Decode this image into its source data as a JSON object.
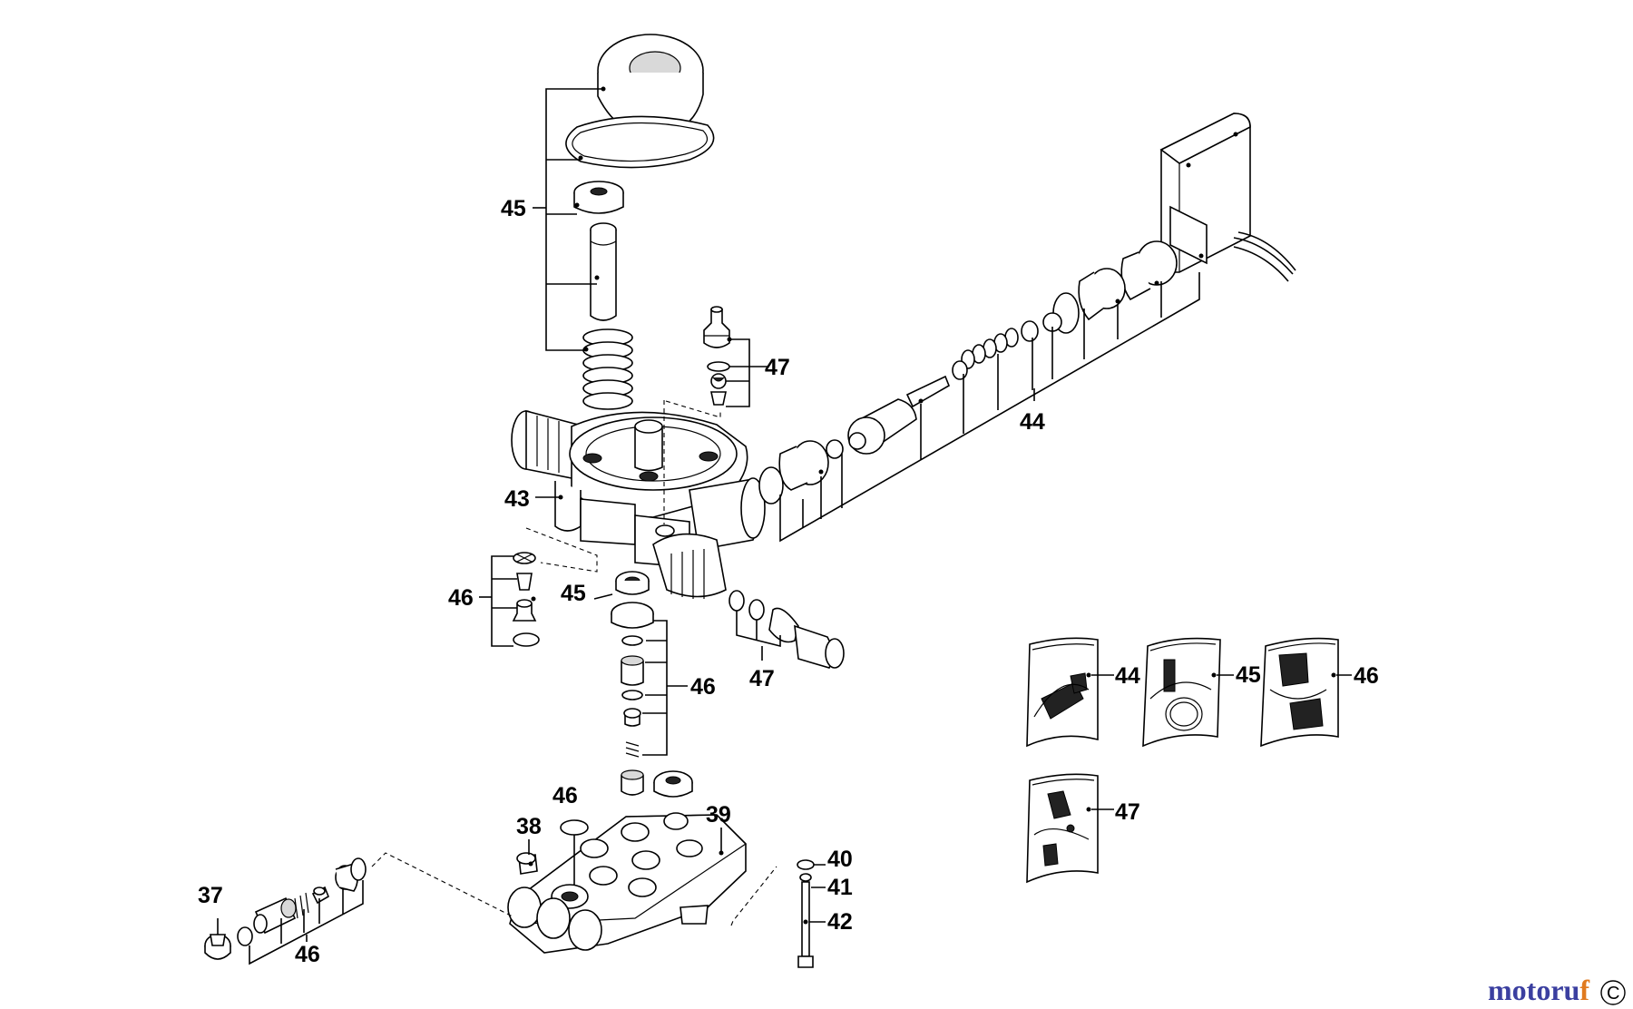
{
  "callouts": {
    "c37": "37",
    "c38": "38",
    "c39": "39",
    "c40": "40",
    "c41": "41",
    "c42": "42",
    "c43": "43",
    "c44_main": "44",
    "c45_top": "45",
    "c45_mid": "45",
    "c46_left": "46",
    "c46_mid": "46",
    "c46_low": "46",
    "c46_bottom": "46",
    "c47_top": "47",
    "c47_mid": "47"
  },
  "kits": [
    {
      "label": "44"
    },
    {
      "label": "45"
    },
    {
      "label": "46"
    },
    {
      "label": "47"
    }
  ],
  "watermark": {
    "part1": "motoru",
    "part2": "f",
    "copyright": "C",
    "color1": "#3b3fa0",
    "color2": "#e07a1f"
  }
}
